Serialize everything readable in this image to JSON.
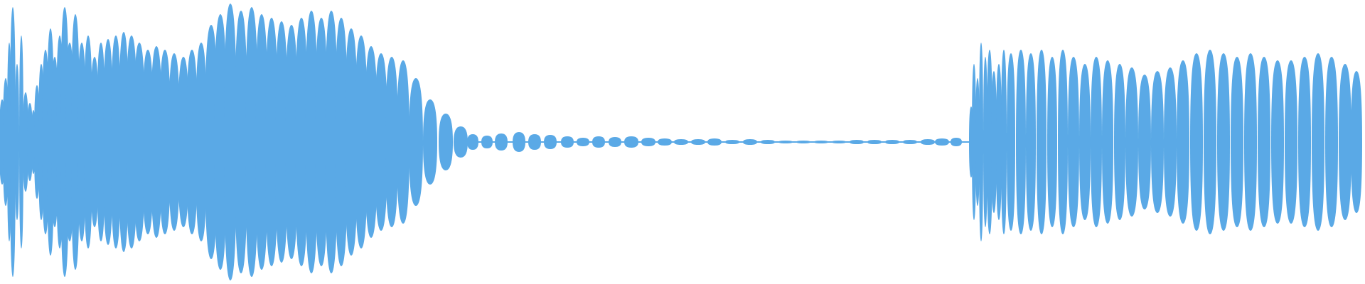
{
  "waveform": {
    "color": "#5aa9e6",
    "background": "#ffffff",
    "regions": [
      {
        "kind": "sound",
        "start": 0.0,
        "end": 0.345
      },
      {
        "kind": "near-silence",
        "start": 0.345,
        "end": 0.71
      },
      {
        "kind": "sound",
        "start": 0.71,
        "end": 1.0
      }
    ]
  }
}
